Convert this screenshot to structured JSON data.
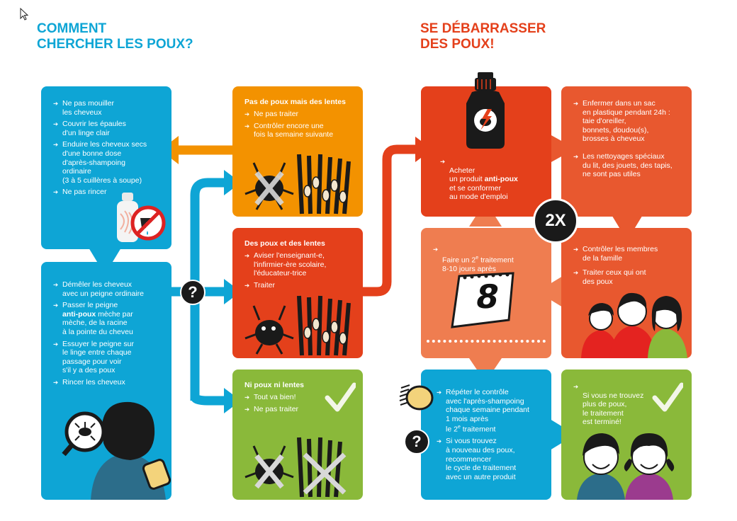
{
  "titles": {
    "left": [
      "COMMENT",
      "CHERCHER LES POUX?"
    ],
    "right": [
      "SE DÉBARRASSER",
      "DES POUX!"
    ]
  },
  "colors": {
    "blue": "#0ea5d5",
    "orange": "#f39200",
    "red": "#e4401b",
    "coral": "#e8582f",
    "salmon": "#ef7d50",
    "green": "#8ab93a",
    "dark": "#1a1a1a"
  },
  "boxes": {
    "prep": {
      "items": [
        "Ne pas mouiller\nles cheveux",
        "Couvrir les épaules\nd'un linge clair",
        "Enduire les cheveux secs\nd'une bonne dose\nd'après-shampoing\nordinaire\n(3 à 5 cuillères à soupe)",
        "Ne pas rincer"
      ]
    },
    "comb": {
      "item1": "Démêler les cheveux\navec un peigne ordinaire",
      "item2_pre": "Passer le peigne\n",
      "item2_bold": "anti-poux",
      "item2_post": " mèche par\nmèche, de la racine\nà la pointe du cheveu",
      "item3": "Essuyer le peigne sur\nle linge entre chaque\npassage pour voir\ns'il y a des poux",
      "item4": "Rincer les cheveux"
    },
    "nits_only": {
      "title": "Pas de poux mais des lentes",
      "items": [
        "Ne pas traiter",
        "Contrôler encore une\nfois la semaine suivante"
      ]
    },
    "lice_nits": {
      "title": "Des poux et des lentes",
      "items": [
        "Aviser l'enseignant-e,\nl'infirmier-ère scolaire,\nl'éducateur-trice",
        "Traiter"
      ]
    },
    "none": {
      "title": "Ni poux ni lentes",
      "items": [
        "Tout va bien!",
        "Ne pas traiter"
      ]
    },
    "buy": {
      "pre": "Acheter\nun produit ",
      "bold": "anti-poux",
      "post": "\net se conformer\nau mode d'emploi"
    },
    "bag": {
      "items": [
        "Enfermer dans un sac\nen plastique pendant 24h :\ntaie d'oreiller,\nbonnets, doudou(s),\nbrosses à cheveux",
        "Les nettoyages spéciaux\ndu lit, des jouets, des tapis,\nne sont pas utiles"
      ]
    },
    "family": {
      "items": [
        "Contrôler les membres\nde la famille",
        "Traiter ceux qui ont\ndes poux"
      ]
    },
    "second": {
      "pre": "Faire un 2",
      "sup": "e",
      "post": " traitement\n8-10 jours après",
      "calendar_number": "8"
    },
    "repeat": {
      "item1_pre": "Répéter le contrôle\navec l'après-shampoing\nchaque semaine pendant\n1 mois après\nle 2",
      "item1_sup": "e",
      "item1_post": " traitement",
      "item2": "Si vous trouvez\nà nouveau des poux,\nrecommencer\nle cycle de traitement\navec un autre produit"
    },
    "done": {
      "text": "Si vous ne trouvez\nplus de poux,\nle traitement\nest terminé!"
    }
  },
  "badges": {
    "question": "?",
    "twice": "2X"
  },
  "icons": [
    "cursor-icon",
    "hair-conditioner-icon",
    "no-water-icon",
    "lice-bottle-icon",
    "calendar-icon",
    "comb-icon",
    "check-icon",
    "question-icon",
    "louse-icon",
    "magnifier-icon"
  ]
}
